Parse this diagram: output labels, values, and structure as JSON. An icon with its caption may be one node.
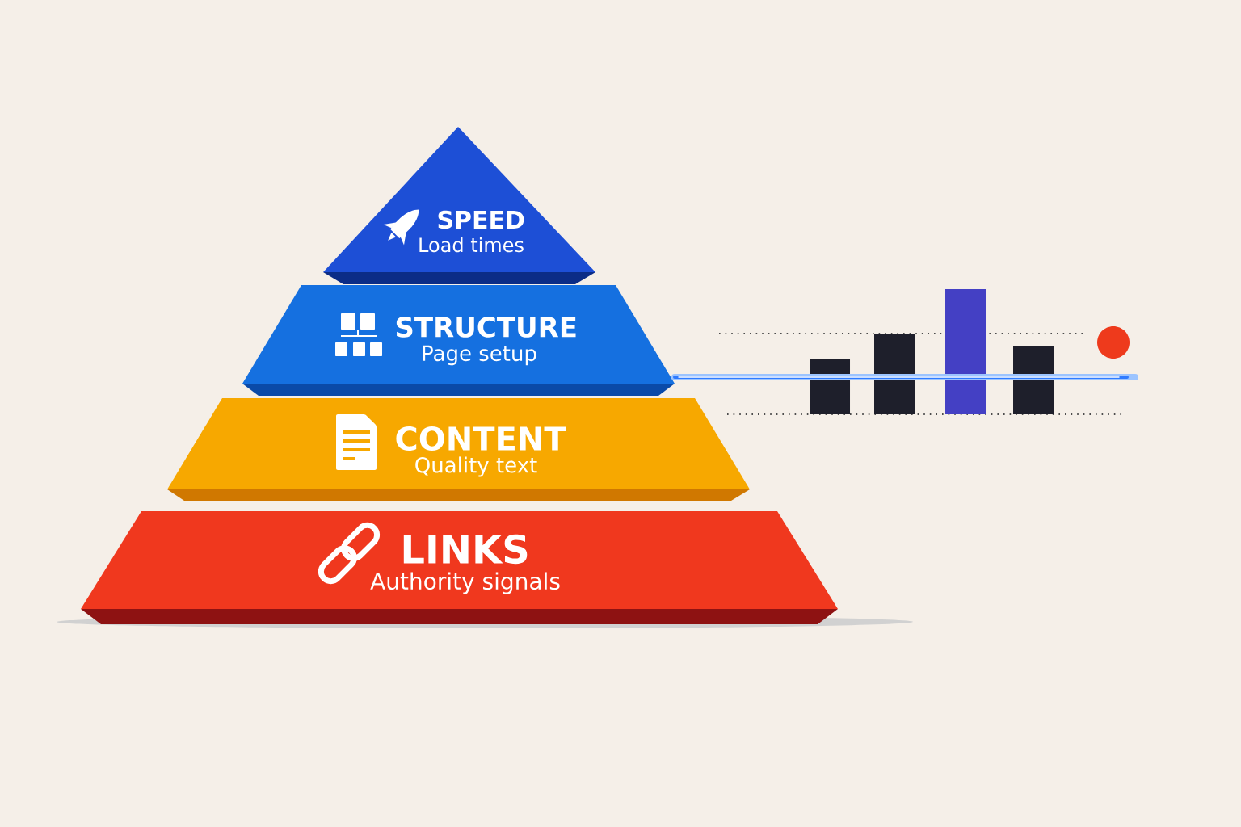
{
  "diagram": {
    "nodes": [
      {
        "text": [
          "SPEED",
          "Load times"
        ]
      },
      {
        "text": [
          "STRUCTURE",
          "Page setup"
        ]
      },
      {
        "text": [
          "CONTENT",
          "Quality text"
        ]
      },
      {
        "text": [
          "LINKS",
          "Authority signals"
        ]
      }
    ]
  }
}
